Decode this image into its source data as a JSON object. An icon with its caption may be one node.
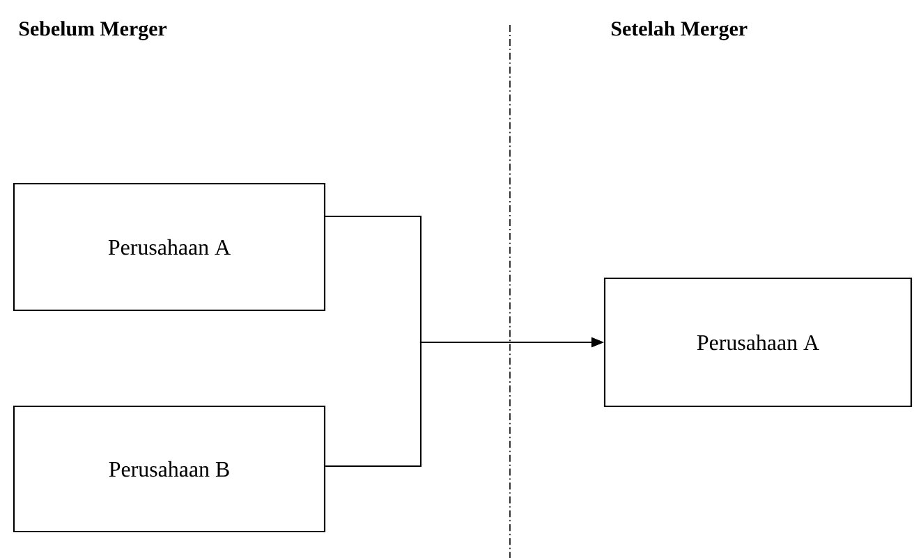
{
  "diagram": {
    "nodes": [
      {
        "text": [
          "Perusahaan A"
        ]
      },
      {
        "text": [
          "Perusahaan B"
        ]
      },
      {
        "text": [
          "Perusahaan A"
        ]
      }
    ],
    "edges": [
      {
        "from": 0,
        "to": 2,
        "arrow": "to"
      },
      {
        "from": 1,
        "to": 2,
        "arrow": "to"
      }
    ],
    "labels": [
      "Sebelum Merger",
      "Setelah Merger"
    ]
  }
}
